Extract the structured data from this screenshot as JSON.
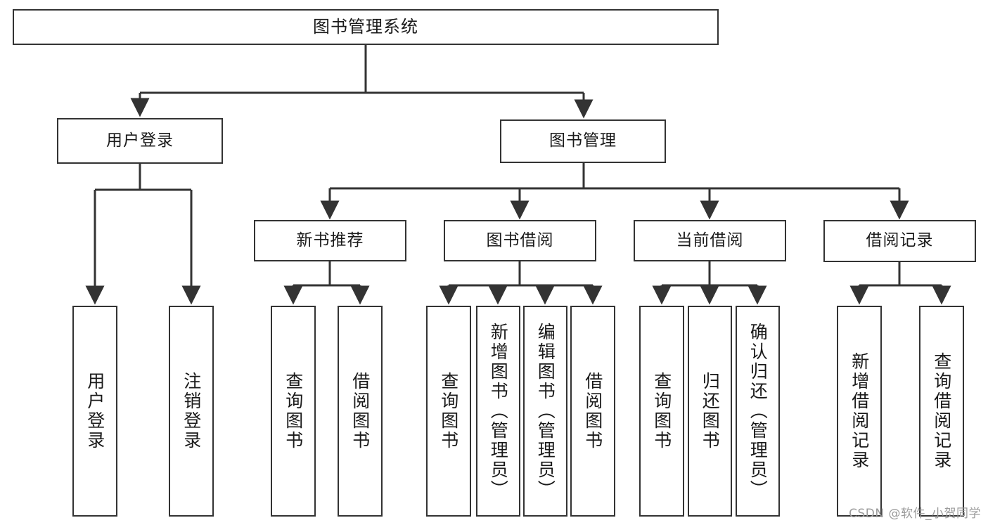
{
  "diagram": {
    "title": "图书管理系统",
    "type": "tree-hierarchy",
    "watermark": "CSDN @软件_小贺同学",
    "colors": {
      "background": "#ffffff",
      "box_border": "#333333",
      "box_fill": "#ffffff",
      "edge": "#333333",
      "text": "#1a1a1a",
      "watermark": "#9b9b9b"
    }
  },
  "nodes": {
    "root": {
      "label": "图书管理系统"
    },
    "level1": [
      {
        "id": "user-login",
        "label": "用户登录"
      },
      {
        "id": "book-manage",
        "label": "图书管理"
      }
    ],
    "level2": [
      {
        "id": "new-book-recommend",
        "label": "新书推荐"
      },
      {
        "id": "book-borrow",
        "label": "图书借阅"
      },
      {
        "id": "current-borrow",
        "label": "当前借阅"
      },
      {
        "id": "borrow-record",
        "label": "借阅记录"
      }
    ],
    "leaves": {
      "user_login": [
        {
          "id": "leaf-user-login",
          "label": "用户登录"
        },
        {
          "id": "leaf-logout",
          "label": "注销登录"
        }
      ],
      "new_book_recommend": [
        {
          "id": "leaf-query-book-1",
          "label": "查询图书"
        },
        {
          "id": "leaf-borrow-book-1",
          "label": "借阅图书"
        }
      ],
      "book_borrow": [
        {
          "id": "leaf-query-book-2",
          "label": "查询图书"
        },
        {
          "id": "leaf-add-book",
          "label": "新增图书（管理员）"
        },
        {
          "id": "leaf-edit-book",
          "label": "编辑图书（管理员）"
        },
        {
          "id": "leaf-borrow-book-2",
          "label": "借阅图书"
        }
      ],
      "current_borrow": [
        {
          "id": "leaf-query-book-3",
          "label": "查询图书"
        },
        {
          "id": "leaf-return-book",
          "label": "归还图书"
        },
        {
          "id": "leaf-confirm-return",
          "label": "确认归还（管理员）"
        }
      ],
      "borrow_record": [
        {
          "id": "leaf-add-record",
          "label": "新增借阅记录"
        },
        {
          "id": "leaf-query-record",
          "label": "查询借阅记录"
        }
      ]
    }
  }
}
